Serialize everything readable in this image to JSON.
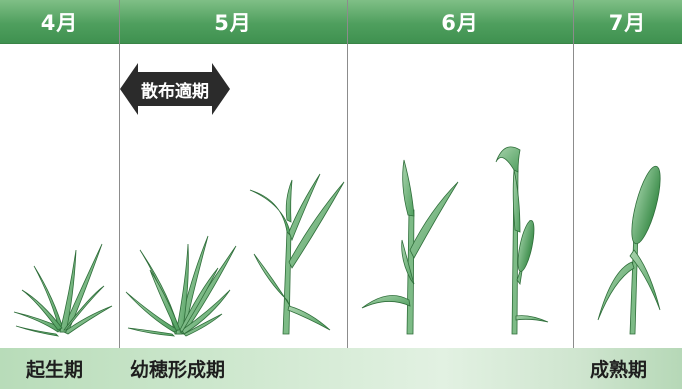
{
  "months": {
    "april": "4月",
    "may": "5月",
    "june": "6月",
    "july": "7月"
  },
  "growth_stages": {
    "seedling": "起生期",
    "young_panicle": "幼穂形成期",
    "maturity": "成熟期"
  },
  "spray_period": {
    "label": "散布適期",
    "icon": "double-arrow-icon"
  },
  "colors": {
    "header_green": "#4f9f5e",
    "plant_green": "#5aa968",
    "plant_dark": "#2f7a3d",
    "footer_green": "#cfe8cf"
  }
}
